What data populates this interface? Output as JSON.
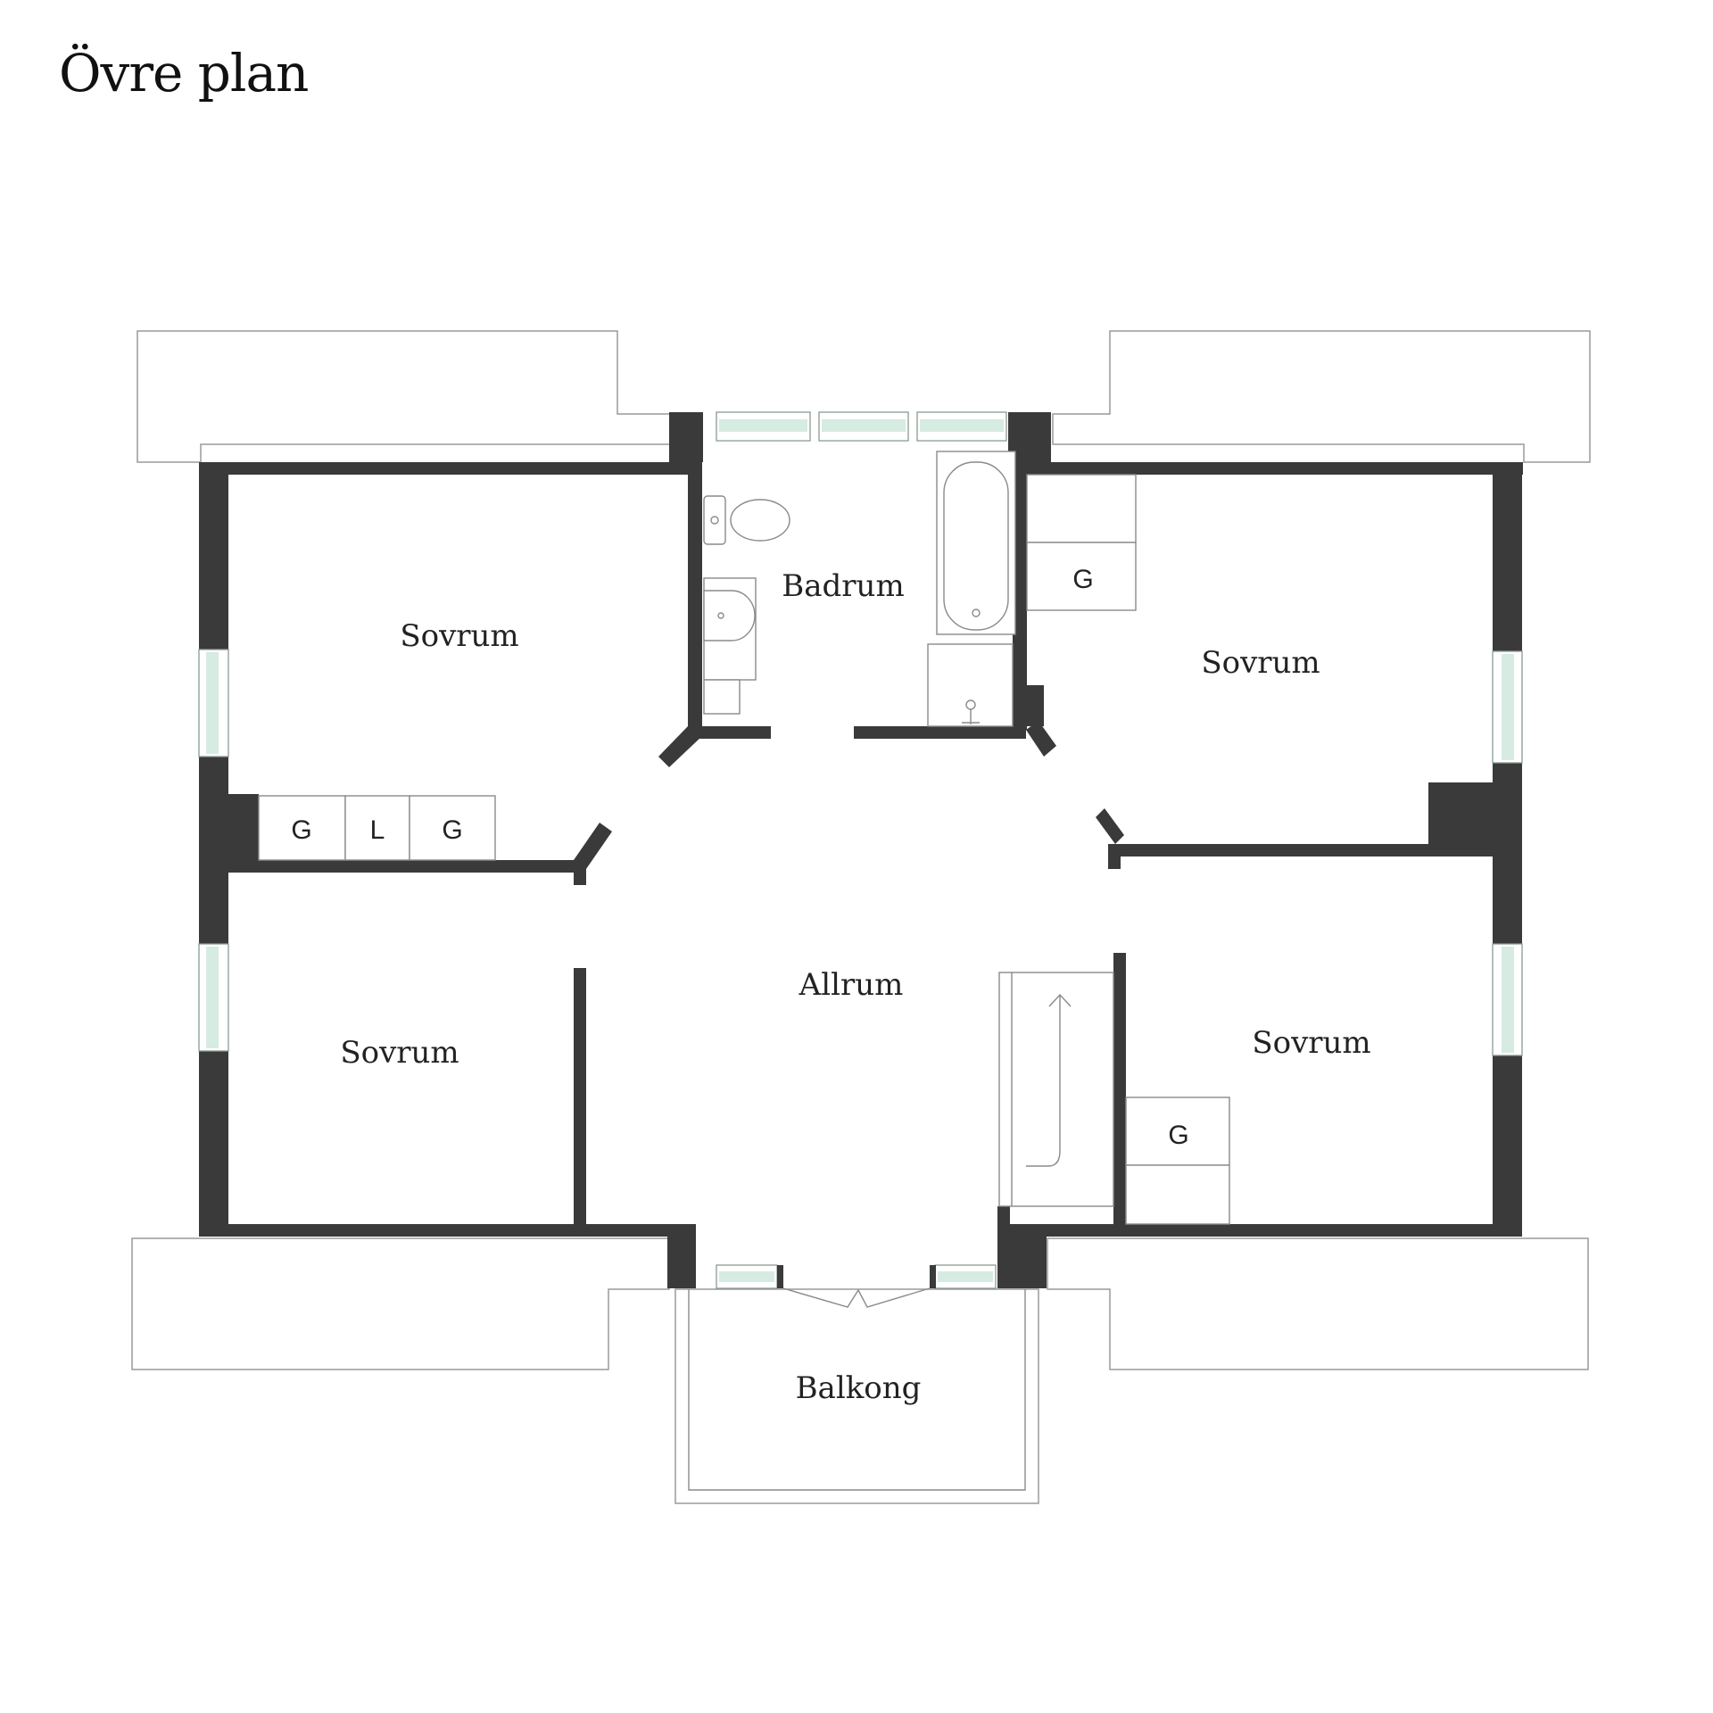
{
  "title": "Övre plan",
  "rooms": {
    "bedroom_top_left": "Sovrum",
    "bathroom": "Badrum",
    "bedroom_top_right": "Sovrum",
    "bedroom_bottom_left": "Sovrum",
    "family_room": "Allrum",
    "bedroom_bottom_right": "Sovrum",
    "balcony": "Balkong"
  },
  "storage": {
    "left_1": "G",
    "left_2": "L",
    "left_3": "G",
    "top_right": "G",
    "bottom_right": "G"
  },
  "colors": {
    "walls": "#3a3a3a",
    "window_glass": "#d6ebe1",
    "outline": "#8a8a8a"
  },
  "icons": [
    "toilet-icon",
    "sink-icon",
    "bathtub-icon",
    "shower-icon",
    "stair-arrow-icon"
  ]
}
